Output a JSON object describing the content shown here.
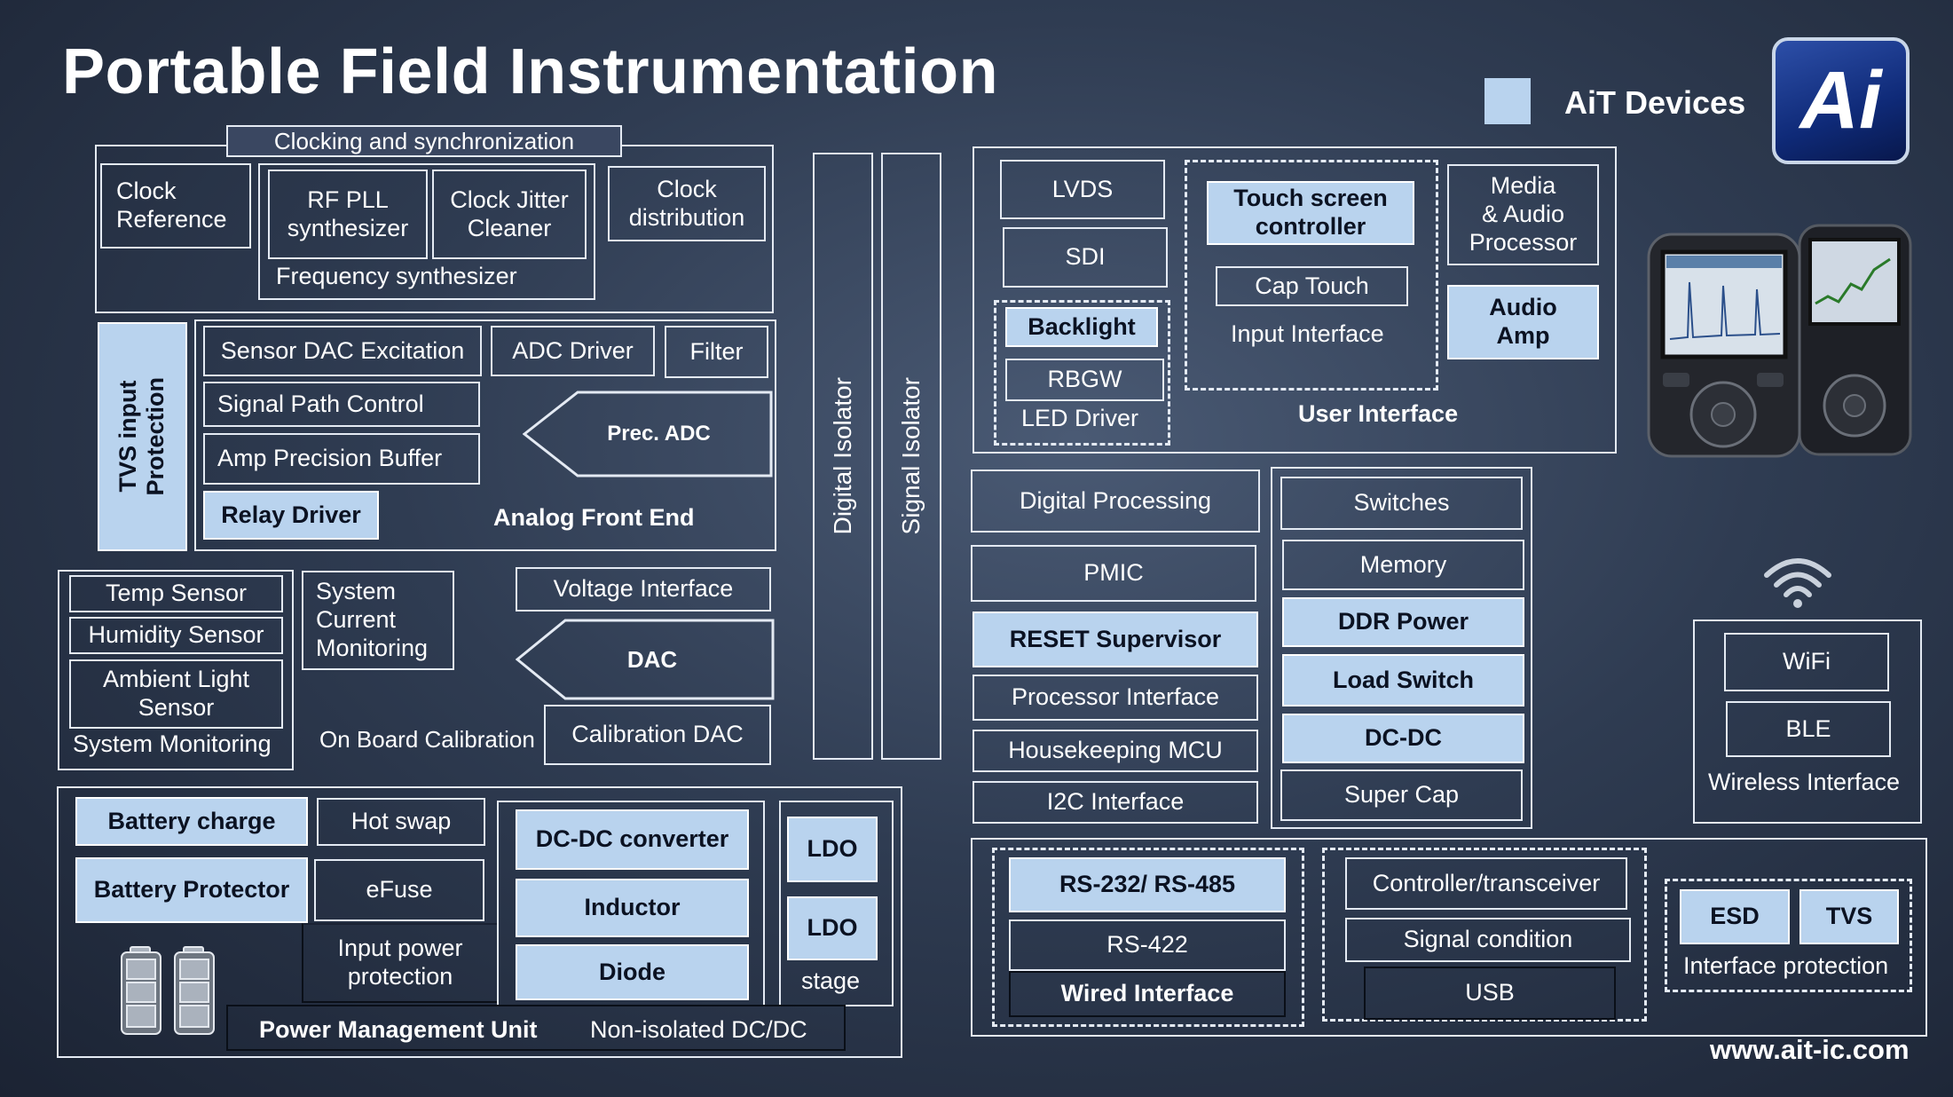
{
  "title": "Portable Field Instrumentation",
  "brand": {
    "name": "AiT Devices",
    "logo_text": "Ai",
    "url": "www.ait-ic.com"
  },
  "colors": {
    "highlight": "#b9d3ee",
    "background": "#2f3c52",
    "line": "#e4eaf3"
  },
  "clocking": {
    "label": "Clocking and synchronization",
    "clock_reference": "Clock\nReference",
    "rf_pll": "RF PLL\nsynthesizer",
    "jitter_cleaner": "Clock Jitter\nCleaner",
    "freq_synth": "Frequency synthesizer",
    "distribution": "Clock\ndistribution"
  },
  "afe": {
    "tvs": "TVS input\nProtection",
    "sensor_dac": "Sensor DAC Excitation",
    "adc_driver": "ADC Driver",
    "filter": "Filter",
    "signal_path": "Signal Path Control",
    "amp_buffer": "Amp Precision Buffer",
    "prec_adc": "Prec. ADC",
    "relay_driver": "Relay Driver",
    "label": "Analog Front End"
  },
  "monitoring": {
    "temp": "Temp Sensor",
    "humidity": "Humidity Sensor",
    "ambient": "Ambient Light\nSensor",
    "label": "System Monitoring",
    "current": "System\nCurrent\nMonitoring"
  },
  "calibration": {
    "voltage_interface": "Voltage Interface",
    "dac": "DAC",
    "label": "On Board Calibration",
    "cal_dac": "Calibration DAC"
  },
  "isolators": {
    "digital": "Digital Isolator",
    "signal": "Signal Isolator"
  },
  "power": {
    "battery_charge": "Battery charge",
    "hot_swap": "Hot swap",
    "battery_protector": "Battery Protector",
    "efuse": "eFuse",
    "input_protection": "Input power\nprotection",
    "dcdc_converter": "DC-DC converter",
    "inductor": "Inductor",
    "diode": "Diode",
    "ldo1": "LDO",
    "ldo2": "LDO",
    "stage": "stage",
    "label": "Power Management Unit",
    "non_isolated": "Non-isolated DC/DC"
  },
  "ui": {
    "lvds": "LVDS",
    "sdi": "SDI",
    "backlight": "Backlight",
    "rbgw": "RBGW",
    "led_driver": "LED Driver",
    "touch_controller": "Touch screen\ncontroller",
    "cap_touch": "Cap Touch",
    "input_interface": "Input Interface",
    "media": "Media\n& Audio\nProcessor",
    "audio_amp": "Audio\nAmp",
    "label": "User Interface"
  },
  "processing": {
    "digital": "Digital Processing",
    "pmic": "PMIC",
    "reset": "RESET Supervisor",
    "proc_interface": "Processor Interface",
    "housekeeping": "Housekeeping MCU",
    "i2c": "I2C Interface"
  },
  "support": {
    "switches": "Switches",
    "memory": "Memory",
    "ddr_power": "DDR Power",
    "load_switch": "Load Switch",
    "dcdc": "DC-DC",
    "super_cap": "Super Cap"
  },
  "wireless": {
    "wifi": "WiFi",
    "ble": "BLE",
    "label": "Wireless Interface"
  },
  "wired": {
    "rs232": "RS-232/ RS-485",
    "rs422": "RS-422",
    "label": "Wired Interface",
    "controller": "Controller/transceiver",
    "signal_condition": "Signal condition",
    "usb": "USB",
    "esd": "ESD",
    "tvs": "TVS",
    "interface_protection": "Interface protection"
  }
}
